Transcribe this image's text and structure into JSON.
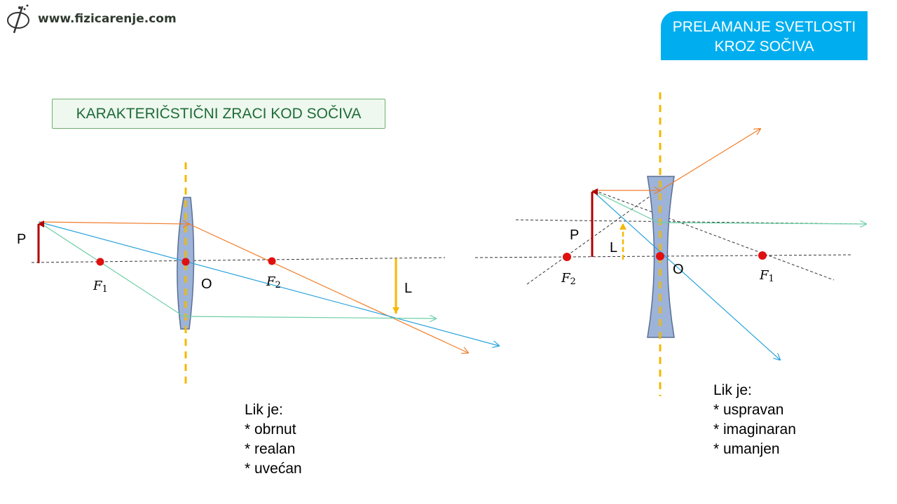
{
  "logo": {
    "text": "www.fizicarenje.com"
  },
  "header": {
    "line1": "PRELAMANJE SVETLOSTI",
    "line2": "KROZ SOČIVA"
  },
  "subtitle": "KARAKTERIČSTIČNI ZRACI KOD SOČIVA",
  "converging": {
    "object_label": "P",
    "image_label": "L",
    "center_label": "O",
    "focus1": {
      "letter": "F",
      "sub": "1"
    },
    "focus2": {
      "letter": "F",
      "sub": "2"
    },
    "conclusion": {
      "title": "Lik je:",
      "items": [
        "* obrnut",
        "* realan",
        "* uvećan"
      ]
    }
  },
  "diverging": {
    "object_label": "P",
    "image_label": "L",
    "center_label": "O",
    "focus1": {
      "letter": "F",
      "sub": "1"
    },
    "focus2": {
      "letter": "F",
      "sub": "2"
    },
    "conclusion": {
      "title": "Lik je:",
      "items": [
        "* uspravan",
        "* imaginaran",
        "* umanjen"
      ]
    }
  },
  "colors": {
    "header_bg": "#00aeef",
    "lens_fill": "#9db3d8",
    "optical_axis_dash": "#f5b800",
    "object_arrow": "#b00000",
    "image_arrow": "#f5b800",
    "focus_point": "#e01010",
    "ray_orange": "#f07d2a",
    "ray_blue": "#29a3dc",
    "ray_green": "#6ccfa6"
  }
}
